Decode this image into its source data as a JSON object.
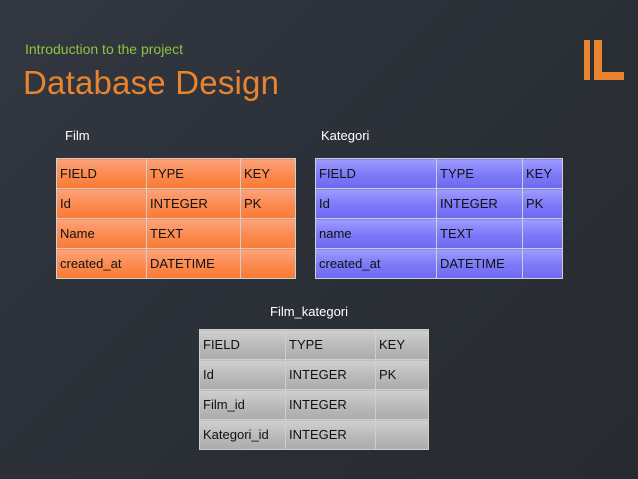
{
  "slide": {
    "subtitle": "Introduction to the project",
    "title": "Database Design"
  },
  "tables": {
    "film": {
      "label": "Film",
      "rows": [
        [
          "FIELD",
          "TYPE",
          "KEY"
        ],
        [
          "Id",
          "INTEGER",
          "PK"
        ],
        [
          "Name",
          "TEXT",
          ""
        ],
        [
          "created_at",
          "DATETIME",
          ""
        ]
      ]
    },
    "kategori": {
      "label": "Kategori",
      "rows": [
        [
          "FIELD",
          "TYPE",
          "KEY"
        ],
        [
          "Id",
          "INTEGER",
          "PK"
        ],
        [
          "name",
          "TEXT",
          ""
        ],
        [
          "created_at",
          "DATETIME",
          ""
        ]
      ]
    },
    "film_kategori": {
      "label": "Film_kategori",
      "rows": [
        [
          "FIELD",
          "TYPE",
          "KEY"
        ],
        [
          "Id",
          "INTEGER",
          "PK"
        ],
        [
          "Film_id",
          "INTEGER",
          ""
        ],
        [
          "Kategori_id",
          "INTEGER",
          ""
        ]
      ]
    }
  },
  "colors": {
    "title": "#e8842f",
    "subtitle": "#8cc63f",
    "film_table": "#f97933",
    "kategori_table": "#6d6af2",
    "film_kategori_table": "#acacac"
  }
}
